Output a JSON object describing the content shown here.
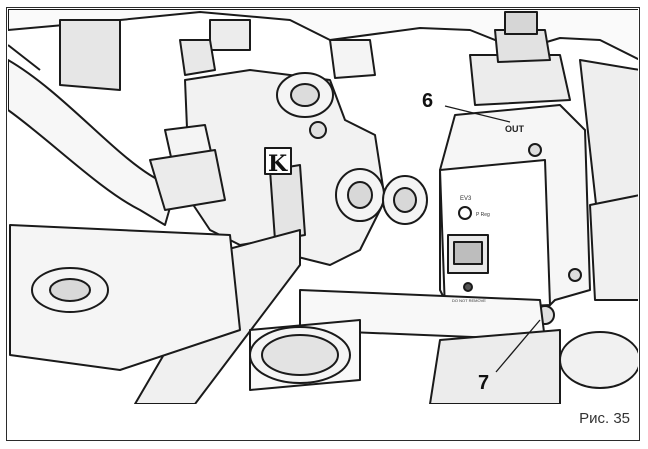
{
  "figure": {
    "callouts": [
      {
        "id": "6",
        "label": "6"
      },
      {
        "id": "7",
        "label": "7"
      }
    ],
    "caption": "Рис. 35",
    "component_labels": {
      "outlet": "OUT",
      "brand_mark": "K",
      "valve_model": "EV3",
      "valve_text": "P Reg",
      "valve_bottom": "DO NOT REMOVE"
    }
  },
  "colors": {
    "line": "#1a1a1a",
    "fill": "#f4f4f4",
    "shade": "#bdbdbd",
    "dark": "#555555"
  }
}
